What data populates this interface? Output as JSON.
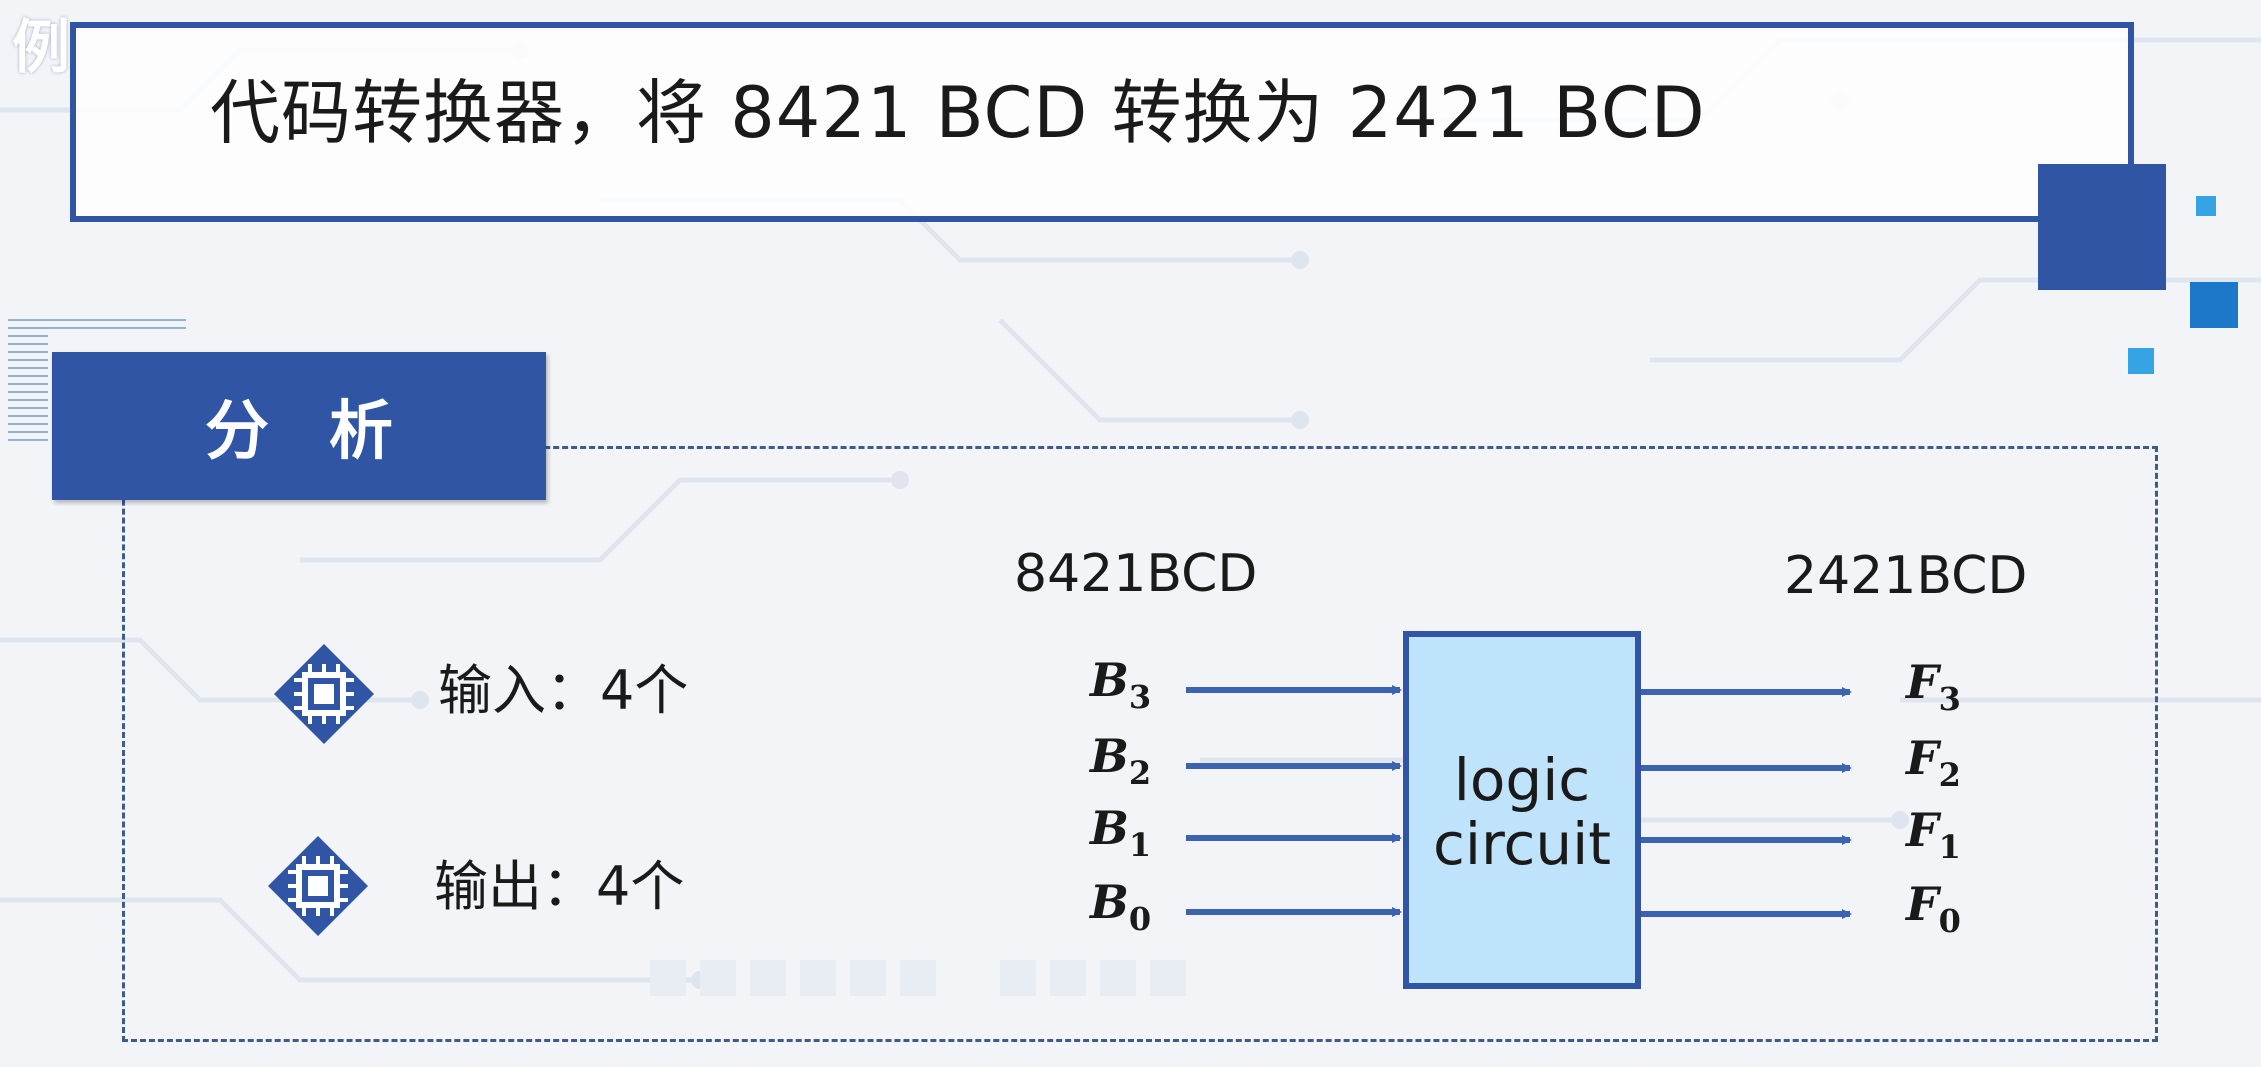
{
  "corner_tag": "例",
  "title": "代码转换器，将 8421 BCD 转换为 2421 BCD",
  "section": {
    "label": "分析"
  },
  "bullets": [
    {
      "icon": "chip-icon",
      "text": "输入：4个"
    },
    {
      "icon": "chip-icon",
      "text": "输出：4个"
    }
  ],
  "diagram": {
    "input_code_label": "8421BCD",
    "output_code_label": "2421BCD",
    "block_line1": "logic",
    "block_line2": "circuit",
    "inputs": [
      {
        "name": "B",
        "sub": "3"
      },
      {
        "name": "B",
        "sub": "2"
      },
      {
        "name": "B",
        "sub": "1"
      },
      {
        "name": "B",
        "sub": "0"
      }
    ],
    "outputs": [
      {
        "name": "F",
        "sub": "3"
      },
      {
        "name": "F",
        "sub": "2"
      },
      {
        "name": "F",
        "sub": "1"
      },
      {
        "name": "F",
        "sub": "0"
      }
    ]
  },
  "colors": {
    "accent": "#2f55a4",
    "block_fill": "#bfe3fb",
    "arrow": "#3c63b0",
    "light_square": "#35a4e4"
  }
}
